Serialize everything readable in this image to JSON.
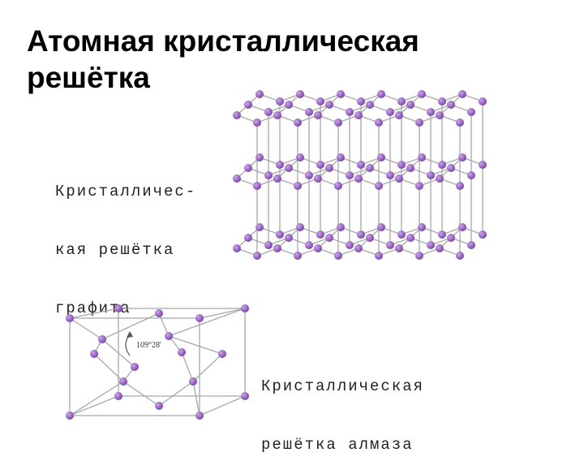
{
  "slide": {
    "title_line1": "Атомная кристаллическая",
    "title_line2": "решётка"
  },
  "graphite": {
    "caption_line1": "Кристалличес-",
    "caption_line2": "кая решётка",
    "caption_line3": "графита"
  },
  "diamond": {
    "caption_line1": "Кристаллическая",
    "caption_line2": "решётка алмаза",
    "angle_label": "109°28'"
  },
  "colors": {
    "atom": "#7a3fa8",
    "atom_highlight": "#c9a6e6",
    "bond": "#a8a8a8"
  }
}
